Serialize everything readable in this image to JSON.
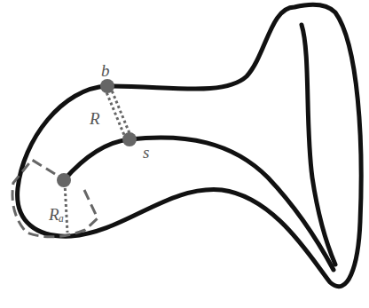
{
  "diagram": {
    "labels": [
      "b",
      "R",
      "s",
      "Rₐ"
    ]
  }
}
